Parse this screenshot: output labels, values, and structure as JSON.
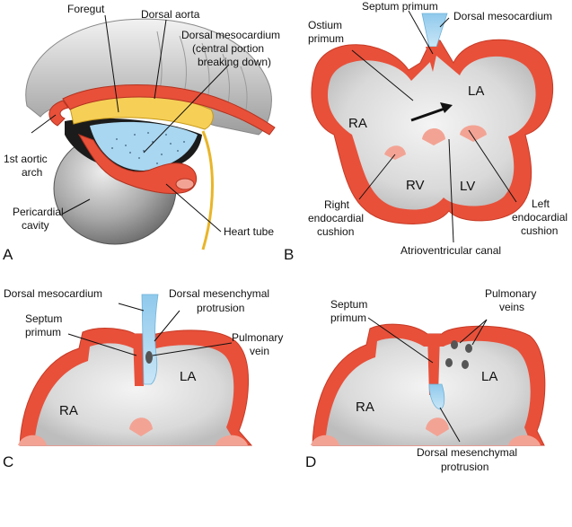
{
  "colors": {
    "heart_red": "#e8503a",
    "heart_pink": "#f3a394",
    "mesocardium_blue": "#a9d6f0",
    "foregut_yellow": "#f6cf57",
    "embryo_gray": "#c8c8c8",
    "dark_stroke": "#222222"
  },
  "panels": {
    "a": {
      "letter": "A",
      "labels": {
        "foregut": "Foregut",
        "dorsal_aorta": "Dorsal aorta",
        "dorsal_mesocardium_l1": "Dorsal mesocardium",
        "dorsal_mesocardium_l2": "(central portion",
        "dorsal_mesocardium_l3": "breaking down)",
        "aortic_arch_l1": "1st aortic",
        "aortic_arch_l2": "arch",
        "pericardial_l1": "Pericardial",
        "pericardial_l2": "cavity",
        "heart_tube": "Heart tube"
      }
    },
    "b": {
      "letter": "B",
      "labels": {
        "septum_primum": "Septum primum",
        "dorsal_mesocardium": "Dorsal mesocardium",
        "ostium_l1": "Ostium",
        "ostium_l2": "primum",
        "la": "LA",
        "ra": "RA",
        "rv": "RV",
        "lv": "LV",
        "right_cushion_l1": "Right",
        "right_cushion_l2": "endocardial",
        "right_cushion_l3": "cushion",
        "left_cushion_l1": "Left",
        "left_cushion_l2": "endocardial",
        "left_cushion_l3": "cushion",
        "av_canal": "Atrioventricular canal"
      }
    },
    "c": {
      "letter": "C",
      "labels": {
        "dorsal_mesocardium": "Dorsal mesocardium",
        "protrusion_l1": "Dorsal mesenchymal",
        "protrusion_l2": "protrusion",
        "septum_l1": "Septum",
        "septum_l2": "primum",
        "pulm_l1": "Pulmonary",
        "pulm_l2": "vein",
        "la": "LA",
        "ra": "RA"
      }
    },
    "d": {
      "letter": "D",
      "labels": {
        "septum_l1": "Septum",
        "septum_l2": "primum",
        "pulm_l1": "Pulmonary",
        "pulm_l2": "veins",
        "la": "LA",
        "ra": "RA",
        "protrusion_l1": "Dorsal mesenchymal",
        "protrusion_l2": "protrusion"
      }
    }
  }
}
